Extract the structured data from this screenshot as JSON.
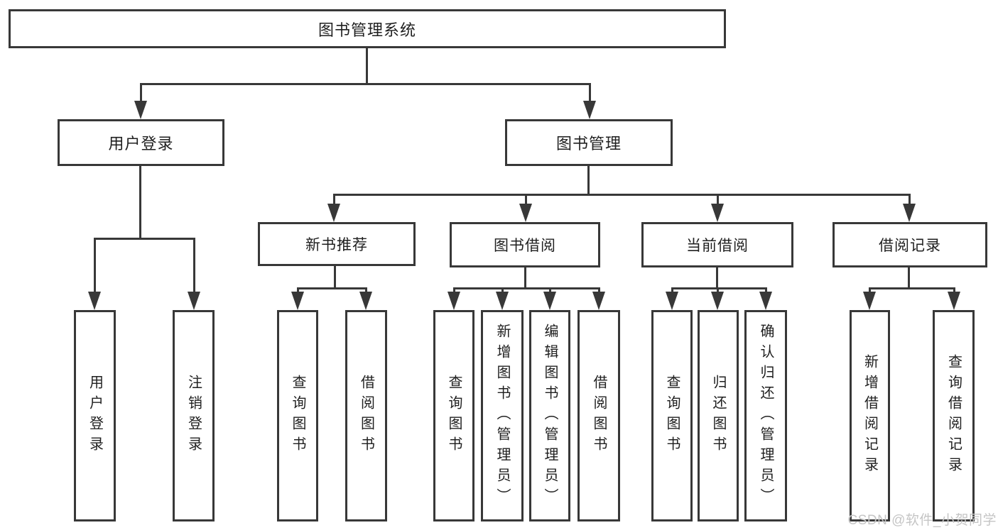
{
  "tree": {
    "root": "图书管理系统",
    "branches": [
      {
        "label": "用户登录",
        "children": [
          {
            "label": "用户登录"
          },
          {
            "label": "注销登录"
          }
        ]
      },
      {
        "label": "图书管理",
        "children": [
          {
            "label": "新书推荐",
            "children": [
              {
                "label": "查询图书"
              },
              {
                "label": "借阅图书"
              }
            ]
          },
          {
            "label": "图书借阅",
            "children": [
              {
                "label": "查询图书"
              },
              {
                "label": "新增图书（管理员）"
              },
              {
                "label": "编辑图书（管理员）"
              },
              {
                "label": "借阅图书"
              }
            ]
          },
          {
            "label": "当前借阅",
            "children": [
              {
                "label": "查询图书"
              },
              {
                "label": "归还图书"
              },
              {
                "label": "确认归还（管理员）"
              }
            ]
          },
          {
            "label": "借阅记录",
            "children": [
              {
                "label": "新增借阅记录"
              },
              {
                "label": "查询借阅记录"
              }
            ]
          }
        ]
      }
    ]
  },
  "watermark": {
    "text": "CSDN @软件_小贺同学"
  },
  "colors": {
    "line": "#383838",
    "text": "#1f1f1f",
    "watermark": "#c5c5c5",
    "background": "#ffffff"
  }
}
